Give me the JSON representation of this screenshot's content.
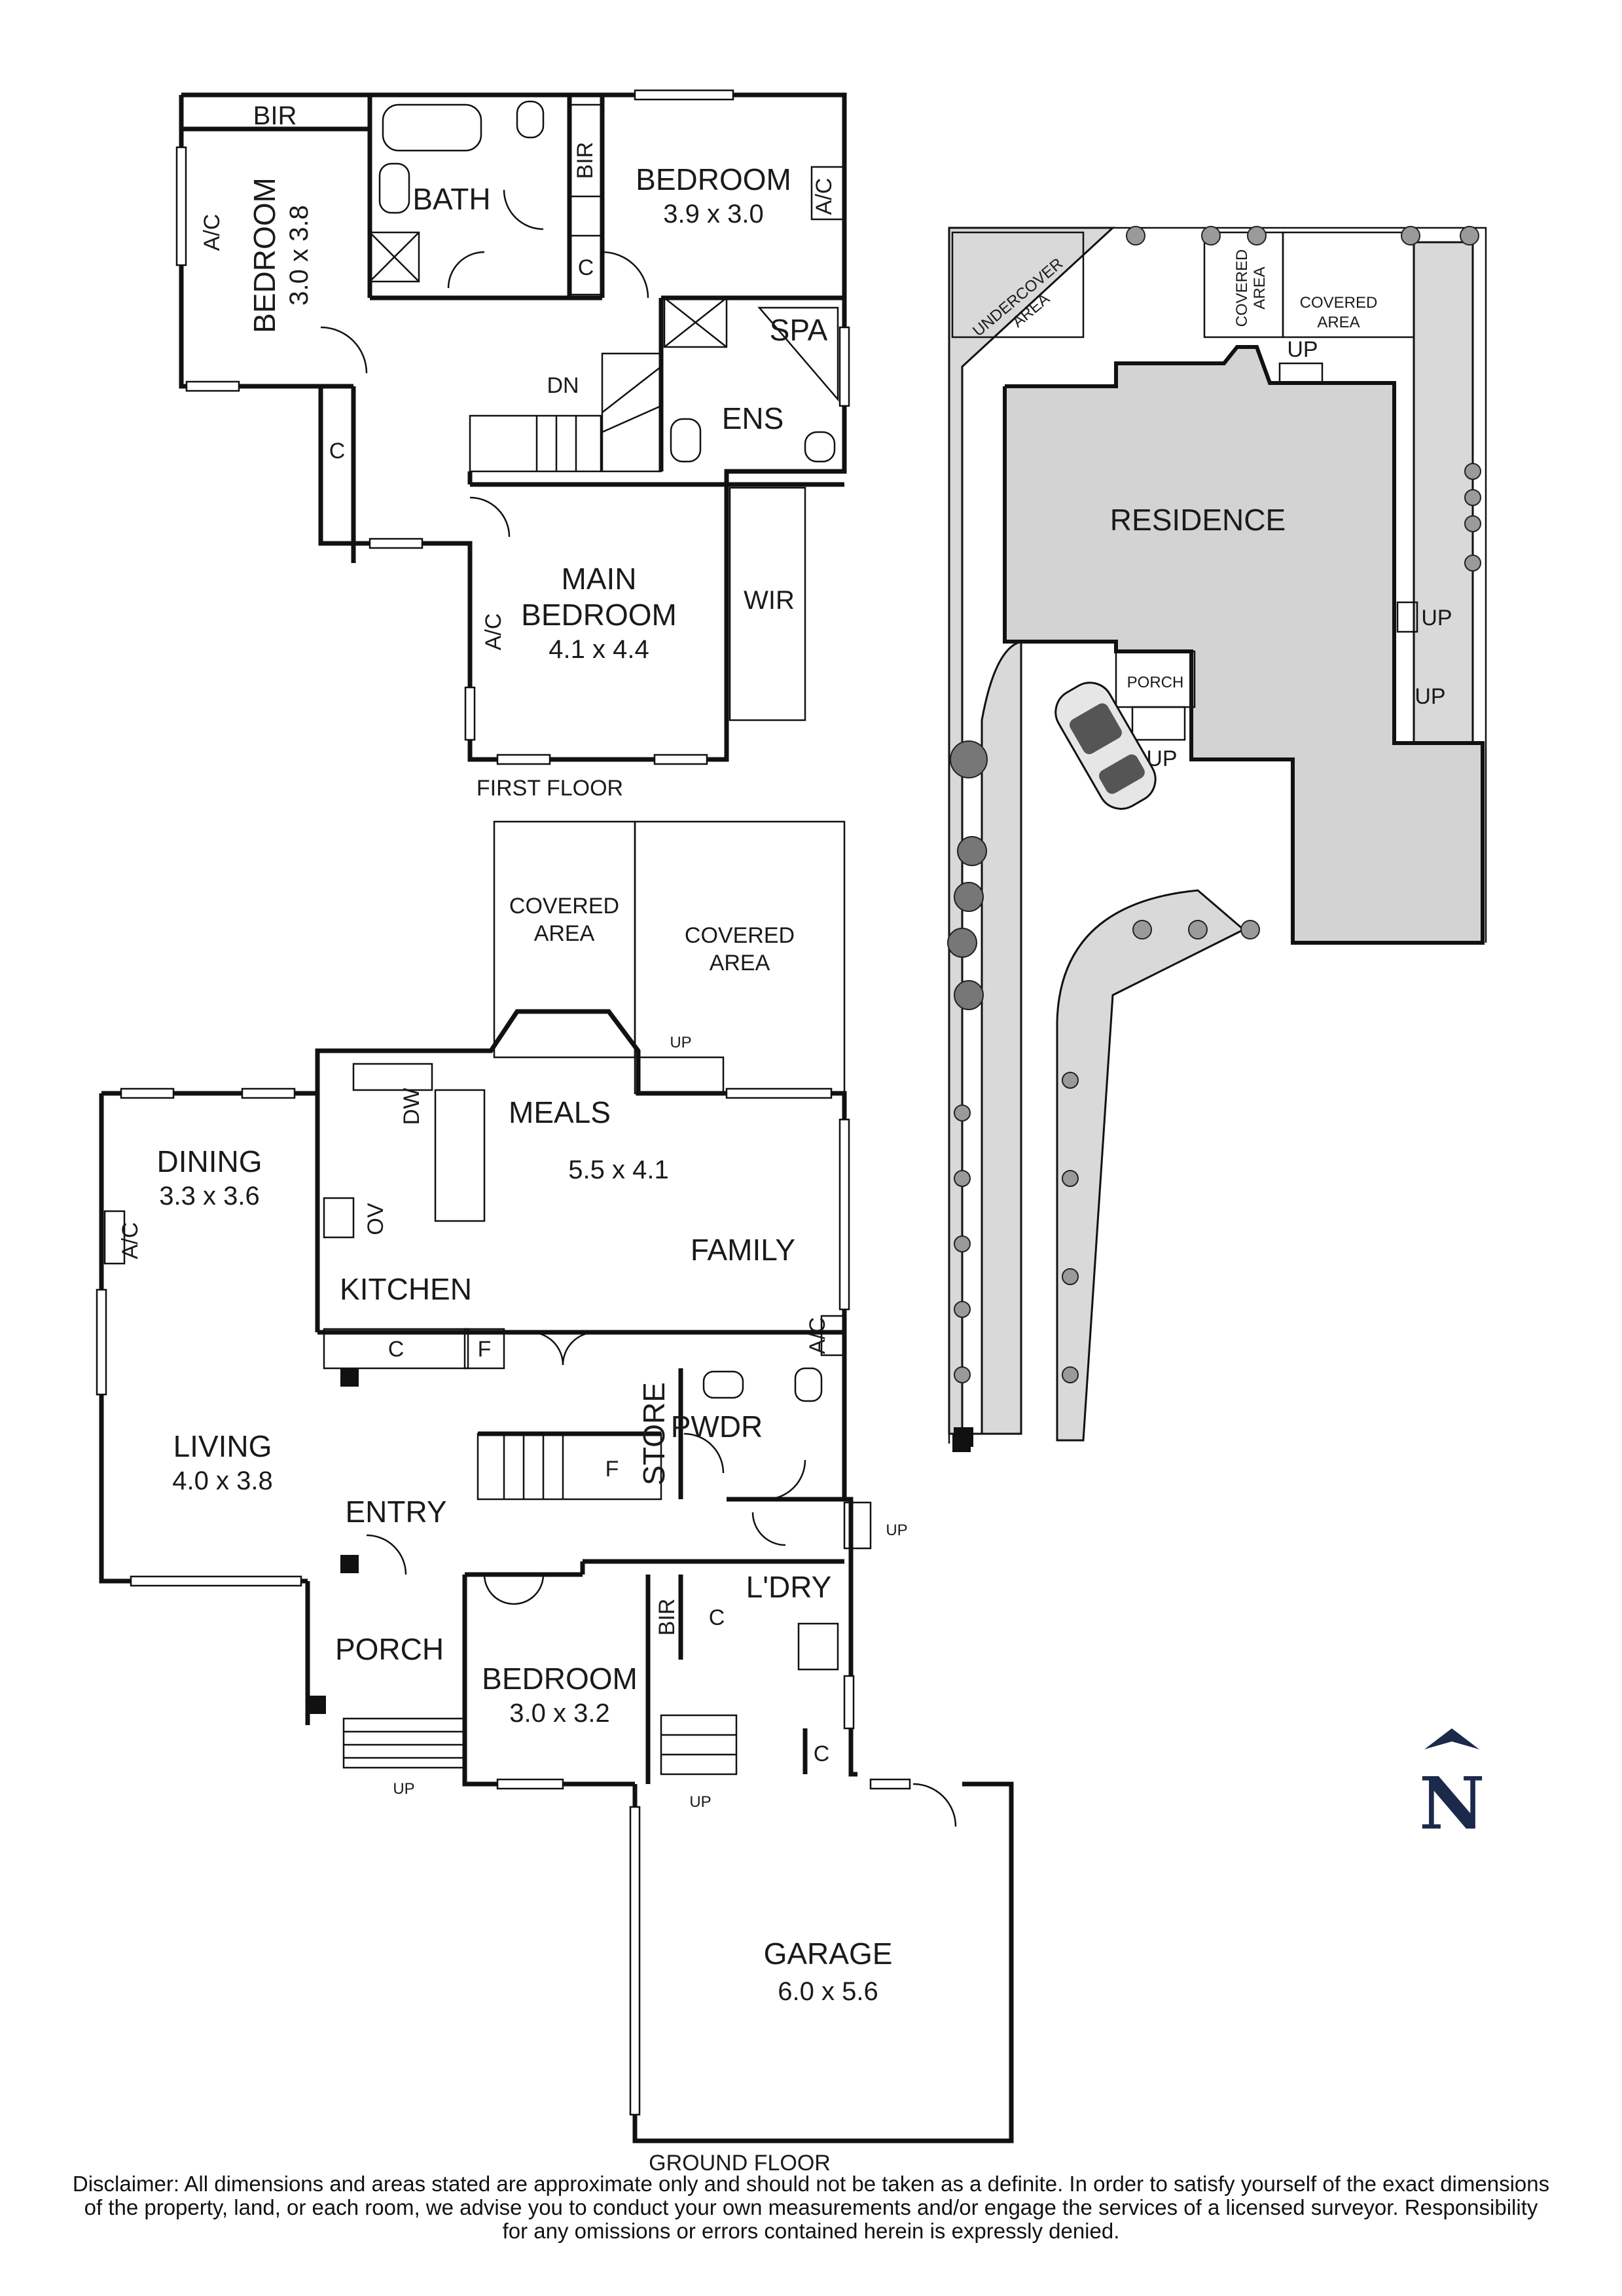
{
  "plan": {
    "first_floor_label": "FIRST FLOOR",
    "ground_floor_label": "GROUND FLOOR",
    "north": "N",
    "colors": {
      "walls": "#111111",
      "residence_fill": "#d3d3d3",
      "north_arrow": "#1b2a4a"
    },
    "first_floor": {
      "bir": "BIR",
      "bedroom_west": "BEDROOM",
      "bedroom_west_dim": "3.0 x 3.8",
      "ac_west": "A/C",
      "bath": "BATH",
      "bir_vertical": "BIR",
      "c_upper": "C",
      "bedroom_east": "BEDROOM",
      "bedroom_east_dim": "3.9 x 3.0",
      "ac_east": "A/C",
      "spa": "SPA",
      "dn": "DN",
      "ens": "ENS",
      "c_left": "C",
      "main_bedroom_line1": "MAIN",
      "main_bedroom_line2": "BEDROOM",
      "main_bedroom_dim": "4.1 x 4.4",
      "ac_main": "A/C",
      "wir": "WIR"
    },
    "ground_floor": {
      "covered_area_1_line1": "COVERED",
      "covered_area_1_line2": "AREA",
      "covered_area_2_line1": "COVERED",
      "covered_area_2_line2": "AREA",
      "up_meals": "UP",
      "meals": "MEALS",
      "meals_dim": "5.5 x 4.1",
      "family": "FAMILY",
      "dining": "DINING",
      "dining_dim": "3.3 x 3.6",
      "ac_dining": "A/C",
      "ov": "OV",
      "dw": "DW",
      "kitchen": "KITCHEN",
      "c_kitchen": "C",
      "f_kitchen": "F",
      "ac_family": "A/C",
      "living": "LIVING",
      "living_dim": "4.0 x 3.8",
      "f_stair": "F",
      "store": "STORE",
      "pwdr": "PWDR",
      "entry": "ENTRY",
      "up_side": "UP",
      "ldry": "L'DRY",
      "bir": "BIR",
      "c_ldry": "C",
      "porch": "PORCH",
      "bedroom": "BEDROOM",
      "bedroom_dim": "3.0 x 3.2",
      "c_garage": "C",
      "up_porch": "UP",
      "up_garage": "UP",
      "garage": "GARAGE",
      "garage_dim": "6.0 x 5.6"
    },
    "site": {
      "undercover_area_line1": "UNDERCOVER",
      "undercover_area_line2": "AREA",
      "covered_area_small_line1": "COVERED",
      "covered_area_small_line2": "AREA",
      "covered_area_line1": "COVERED",
      "covered_area_line2": "AREA",
      "up_top": "UP",
      "residence": "RESIDENCE",
      "up_east_1": "UP",
      "up_east_2": "UP",
      "porch": "PORCH",
      "up_porch": "UP"
    }
  },
  "disclaimer": {
    "line1": "Disclaimer: All dimensions and areas stated are approximate only and should not be taken as a definite. In order to satisfy yourself of the exact dimensions",
    "line2": "of the property, land, or each room, we advise you to conduct your own measurements and/or engage the services of a licensed surveyor. Responsibility",
    "line3": "for any omissions or errors contained herein is expressly denied."
  }
}
